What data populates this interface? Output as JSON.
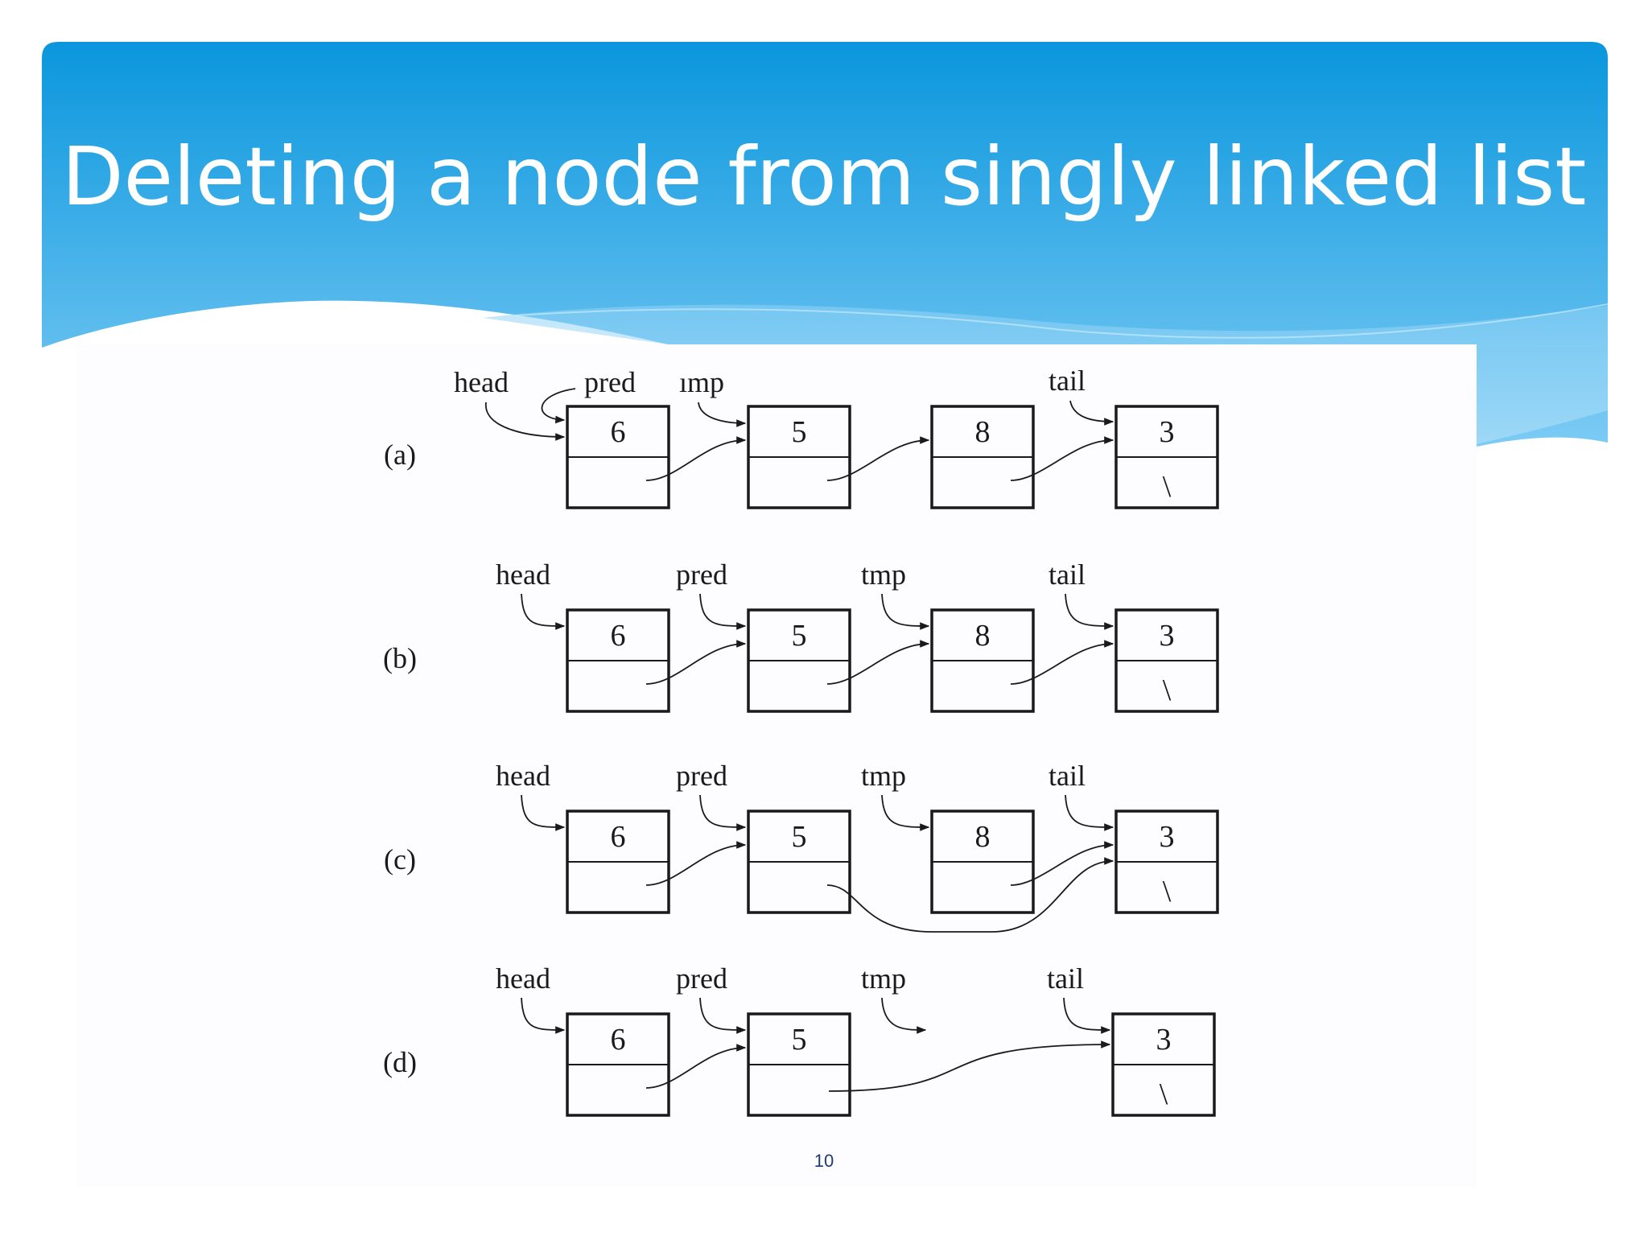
{
  "slide": {
    "title": "Deleting a node from singly linked list",
    "page_number": "10",
    "colors": {
      "header_top": "#0a96dd",
      "header_bottom": "#7ccbf4",
      "wave_light": "#a9dcf8",
      "title_text": "#ffffff",
      "page_number": "#1f3a78",
      "line": "#1a1a1a"
    }
  },
  "diagram": {
    "panels": [
      {
        "label": "(a)",
        "nodes": [
          {
            "value": "6",
            "next": ""
          },
          {
            "value": "5",
            "next": ""
          },
          {
            "value": "8",
            "next": ""
          },
          {
            "value": "3",
            "next": "\\"
          }
        ],
        "pointers": {
          "head": "head",
          "pred": "pred",
          "tmp": "ımp",
          "tail": "tail"
        }
      },
      {
        "label": "(b)",
        "nodes": [
          {
            "value": "6",
            "next": ""
          },
          {
            "value": "5",
            "next": ""
          },
          {
            "value": "8",
            "next": ""
          },
          {
            "value": "3",
            "next": "\\"
          }
        ],
        "pointers": {
          "head": "head",
          "pred": "pred",
          "tmp": "tmp",
          "tail": "tail"
        }
      },
      {
        "label": "(c)",
        "nodes": [
          {
            "value": "6",
            "next": ""
          },
          {
            "value": "5",
            "next": ""
          },
          {
            "value": "8",
            "next": ""
          },
          {
            "value": "3",
            "next": "\\"
          }
        ],
        "pointers": {
          "head": "head",
          "pred": "pred",
          "tmp": "tmp",
          "tail": "tail"
        }
      },
      {
        "label": "(d)",
        "nodes": [
          {
            "value": "6",
            "next": ""
          },
          {
            "value": "5",
            "next": ""
          },
          {
            "value": "3",
            "next": "\\"
          }
        ],
        "pointers": {
          "head": "head",
          "pred": "pred",
          "tmp": "tmp",
          "tail": "tail"
        }
      }
    ]
  }
}
